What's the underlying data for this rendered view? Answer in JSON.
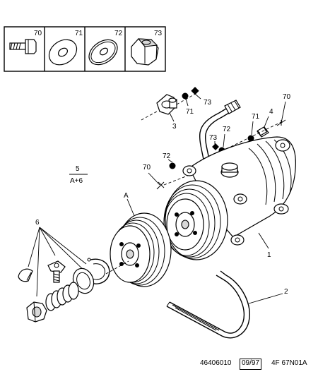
{
  "legend_box": {
    "cells": [
      {
        "number": "70",
        "icon": "bolt-icon"
      },
      {
        "number": "71",
        "icon": "flat-washer-icon"
      },
      {
        "number": "72",
        "icon": "shaped-washer-icon"
      },
      {
        "number": "73",
        "icon": "hex-nut-icon"
      }
    ]
  },
  "callouts": {
    "c73_top": "73",
    "c71_top": "71",
    "c3": "3",
    "c70_right": "70",
    "c4": "4",
    "c71_right": "71",
    "c73_mid": "73",
    "c72_mid": "72",
    "c72_left": "72",
    "c70_left": "70",
    "cA": "A",
    "c1": "1",
    "c6": "6",
    "c2": "2"
  },
  "fraction": {
    "numerator": "5",
    "denominator": "A+6"
  },
  "footer": {
    "part_ref": "46406010",
    "date": "09/97",
    "code": "4F 67N01A"
  }
}
